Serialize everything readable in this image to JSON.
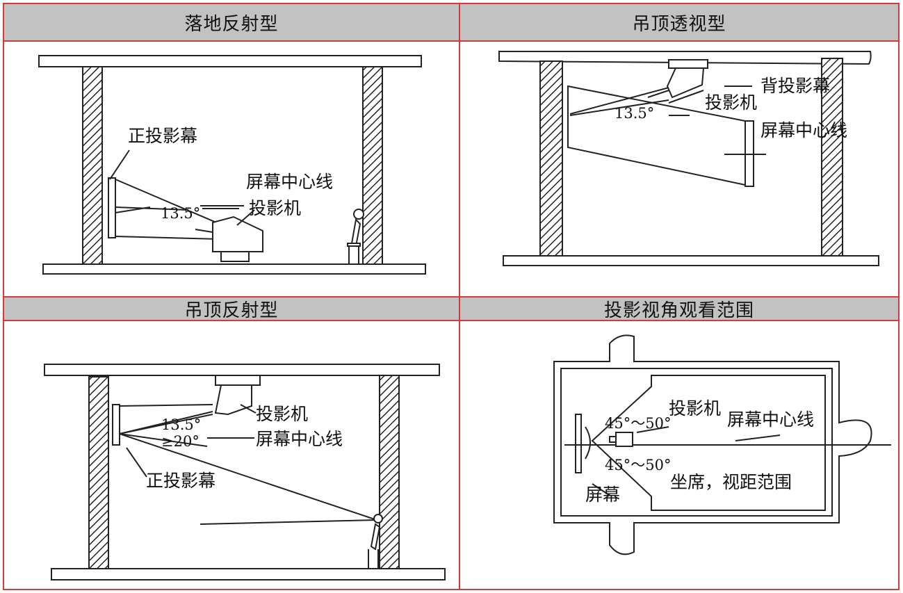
{
  "panels": {
    "floor_reflect": {
      "title": "落地反射型",
      "labels": {
        "screen": "正投影幕",
        "center_line": "屏幕中心线",
        "angle": "13.5°",
        "projector": "投影机"
      }
    },
    "ceiling_rear": {
      "title": "吊顶透视型",
      "labels": {
        "rear_screen": "背投影幕",
        "projector": "投影机",
        "angle": "13.5°",
        "center_line": "屏幕中心线"
      }
    },
    "ceiling_reflect": {
      "title": "吊顶反射型",
      "labels": {
        "projector": "投影机",
        "angle1": "13.5°",
        "angle2": "≥20°",
        "center_line": "屏幕中心线",
        "screen": "正投影幕"
      }
    },
    "view_range": {
      "title": "投影视角观看范围",
      "labels": {
        "angle_top": "45°～50°",
        "projector": "投影机",
        "center_line": "屏幕中心线",
        "angle_bottom": "45°～50°",
        "seating": "坐席，视距范围",
        "screen": "屏幕"
      }
    }
  },
  "colors": {
    "border": "#d33a3a",
    "header_bg": "#c2c2c2",
    "line": "#222222"
  }
}
